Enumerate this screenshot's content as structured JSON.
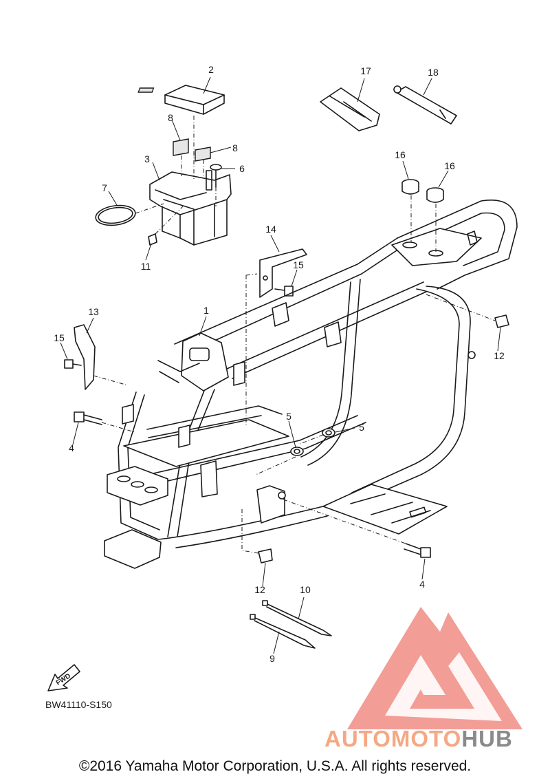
{
  "diagram": {
    "code": "BW41110-S150",
    "fwd_label": "FWD",
    "callouts": {
      "c1": "1",
      "c2": "2",
      "c3": "3",
      "c4a": "4",
      "c4b": "4",
      "c5a": "5",
      "c5b": "5",
      "c6": "6",
      "c7": "7",
      "c8a": "8",
      "c8b": "8",
      "c9": "9",
      "c10": "10",
      "c11": "11",
      "c12a": "12",
      "c12b": "12",
      "c13": "13",
      "c14": "14",
      "c15a": "15",
      "c15b": "15",
      "c16a": "16",
      "c16b": "16",
      "c17": "17",
      "c18": "18"
    }
  },
  "watermark": {
    "brand_part1": "AUTOMOTO",
    "brand_part2": "HUB",
    "logo_color": "#f08c84",
    "brand_color_1": "#f5a883",
    "brand_color_2": "#8a8a8a"
  },
  "footer": {
    "copyright": "©2016 Yamaha Motor Corporation, U.S.A. All rights reserved."
  }
}
